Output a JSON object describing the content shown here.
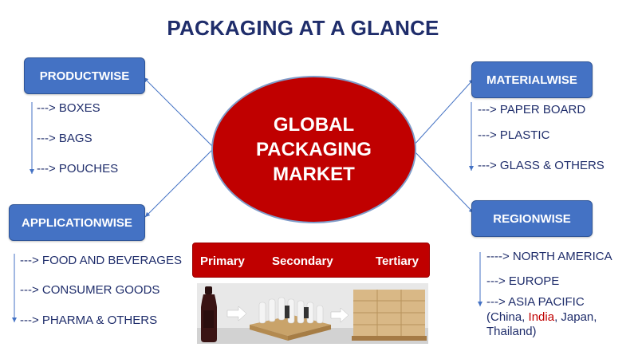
{
  "title": "PACKAGING AT A GLANCE",
  "center": {
    "lines": [
      "GLOBAL",
      "PACKAGING",
      "MARKET"
    ]
  },
  "productwise": {
    "label": "PRODUCTWISE",
    "items": [
      "---> BOXES",
      "---> BAGS",
      "---> POUCHES"
    ]
  },
  "applicationwise": {
    "label": "APPLICATIONWISE",
    "items": [
      "---> FOOD AND BEVERAGES",
      "---> CONSUMER GOODS",
      "---> PHARMA & OTHERS"
    ]
  },
  "materialwise": {
    "label": "MATERIALWISE",
    "items": [
      "---> PAPER BOARD",
      "---> PLASTIC",
      "---> GLASS & OTHERS"
    ]
  },
  "regionwise": {
    "label": "REGIONWISE",
    "items": [
      "----> NORTH AMERICA",
      "---> EUROPE",
      "---> ASIA PACIFIC"
    ],
    "note": {
      "prefix": "(China, ",
      "highlight": "India",
      "suffix": ", Japan,",
      "line2": "Thailand)"
    }
  },
  "packaging_levels": [
    "Primary",
    "Secondary",
    "Tertiary"
  ],
  "colors": {
    "title": "#1f2d6b",
    "box": "#4472c4",
    "ellipse": "#c00000",
    "highlight": "#c00000"
  }
}
